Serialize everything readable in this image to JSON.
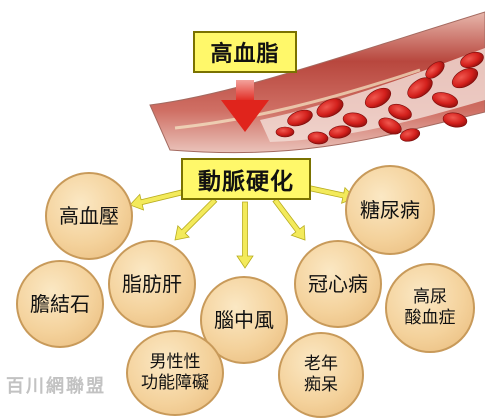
{
  "title": "高血脂",
  "center": "動脈硬化",
  "diseases": [
    {
      "key": "hypertension",
      "label": "高血壓"
    },
    {
      "key": "diabetes",
      "label": "糖尿病"
    },
    {
      "key": "gallstones",
      "label": "膽結石"
    },
    {
      "key": "fatty-liver",
      "label": "脂肪肝"
    },
    {
      "key": "stroke",
      "label": "腦中風"
    },
    {
      "key": "coronary",
      "label": "冠心病"
    },
    {
      "key": "hyperuricemia",
      "label": "高尿\n酸血症"
    },
    {
      "key": "sexual-dysfunction",
      "label": "男性性\n功能障礙"
    },
    {
      "key": "dementia",
      "label": "老年\n痴呆"
    }
  ],
  "watermark": "百川網聯盟",
  "colors": {
    "label_box": "#fff86a",
    "circle": "#f4d29c",
    "arrow": "#f3ea5b",
    "red_arrow": "#e0241c",
    "vessel": "#c1524a",
    "blood_cell": "#d3201c"
  }
}
